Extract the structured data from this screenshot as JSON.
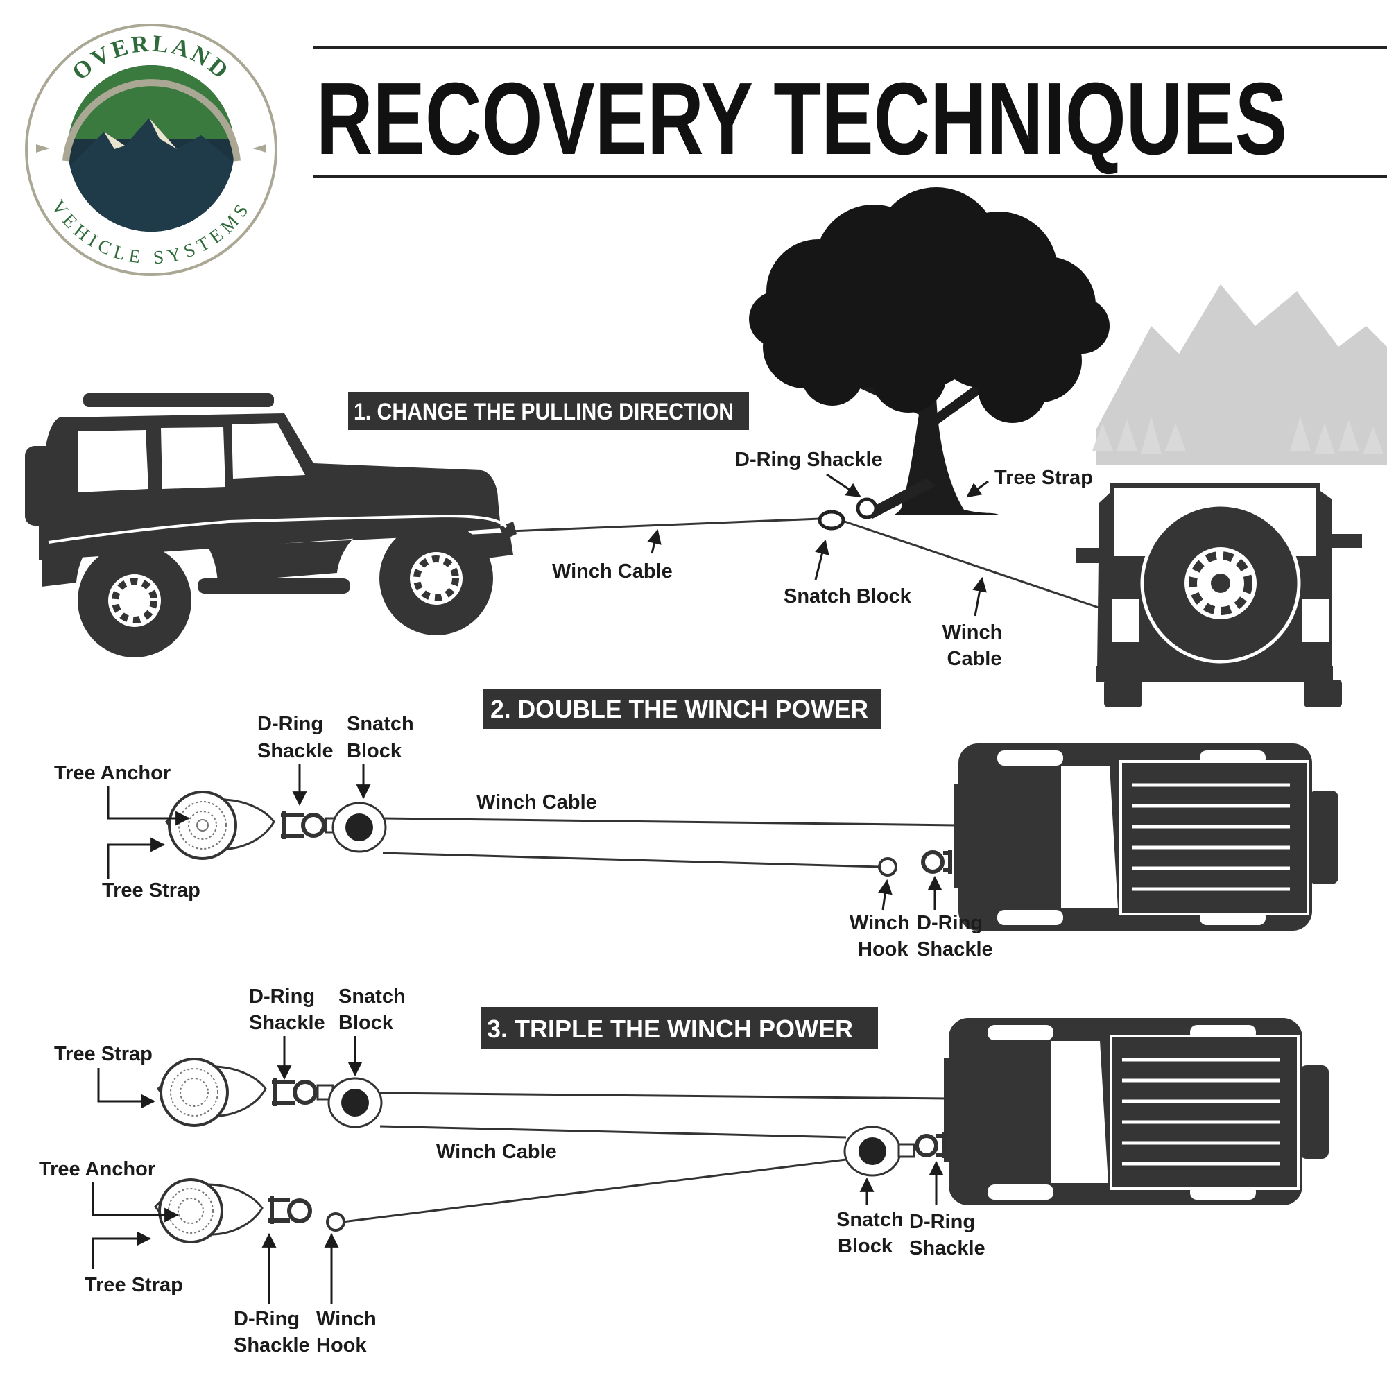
{
  "colors": {
    "ink": "#353535",
    "label": "#1b1b1b",
    "section_bg": "#333333",
    "logo_green": "#3b7a3f",
    "logo_navy": "#1c3340",
    "logo_text_green": "#2f6b3a",
    "logo_ring": "#aaa894",
    "mountain_grey": "#cfcfcf"
  },
  "header": {
    "title": "RECOVERY TECHNIQUES",
    "logo": {
      "top_text": "OVERLAND",
      "bottom_text": "VEHICLE SYSTEMS"
    }
  },
  "sections": [
    {
      "heading": "1. CHANGE THE PULLING DIRECTION",
      "labels": {
        "d_ring_shackle": "D-Ring Shackle",
        "tree_strap": "Tree Strap",
        "winch_cable_1": "Winch Cable",
        "snatch_block": "Snatch Block",
        "winch_cable_2a": "Winch",
        "winch_cable_2b": "Cable"
      }
    },
    {
      "heading": "2. DOUBLE THE WINCH POWER",
      "labels": {
        "tree_anchor": "Tree Anchor",
        "tree_strap": "Tree Strap",
        "d_ring_a": "D-Ring",
        "d_ring_b": "Shackle",
        "snatch_a": "Snatch",
        "snatch_b": "Block",
        "winch_cable": "Winch Cable",
        "winch_hook_a": "Winch",
        "winch_hook_b": "Hook",
        "d_ring2_a": "D-Ring",
        "d_ring2_b": "Shackle"
      }
    },
    {
      "heading": "3. TRIPLE THE WINCH POWER",
      "labels": {
        "tree_strap_top": "Tree Strap",
        "d_ring_a": "D-Ring",
        "d_ring_b": "Shackle",
        "snatch_a": "Snatch",
        "snatch_b": "Block",
        "winch_cable": "Winch Cable",
        "tree_anchor": "Tree Anchor",
        "tree_strap_bottom": "Tree Strap",
        "d_ring_low_a": "D-Ring",
        "d_ring_low_b": "Shackle",
        "winch_hook_a": "Winch",
        "winch_hook_b": "Hook",
        "snatch_right_a": "Snatch",
        "snatch_right_b": "Block",
        "d_ring_right_a": "D-Ring",
        "d_ring_right_b": "Shackle"
      }
    }
  ]
}
